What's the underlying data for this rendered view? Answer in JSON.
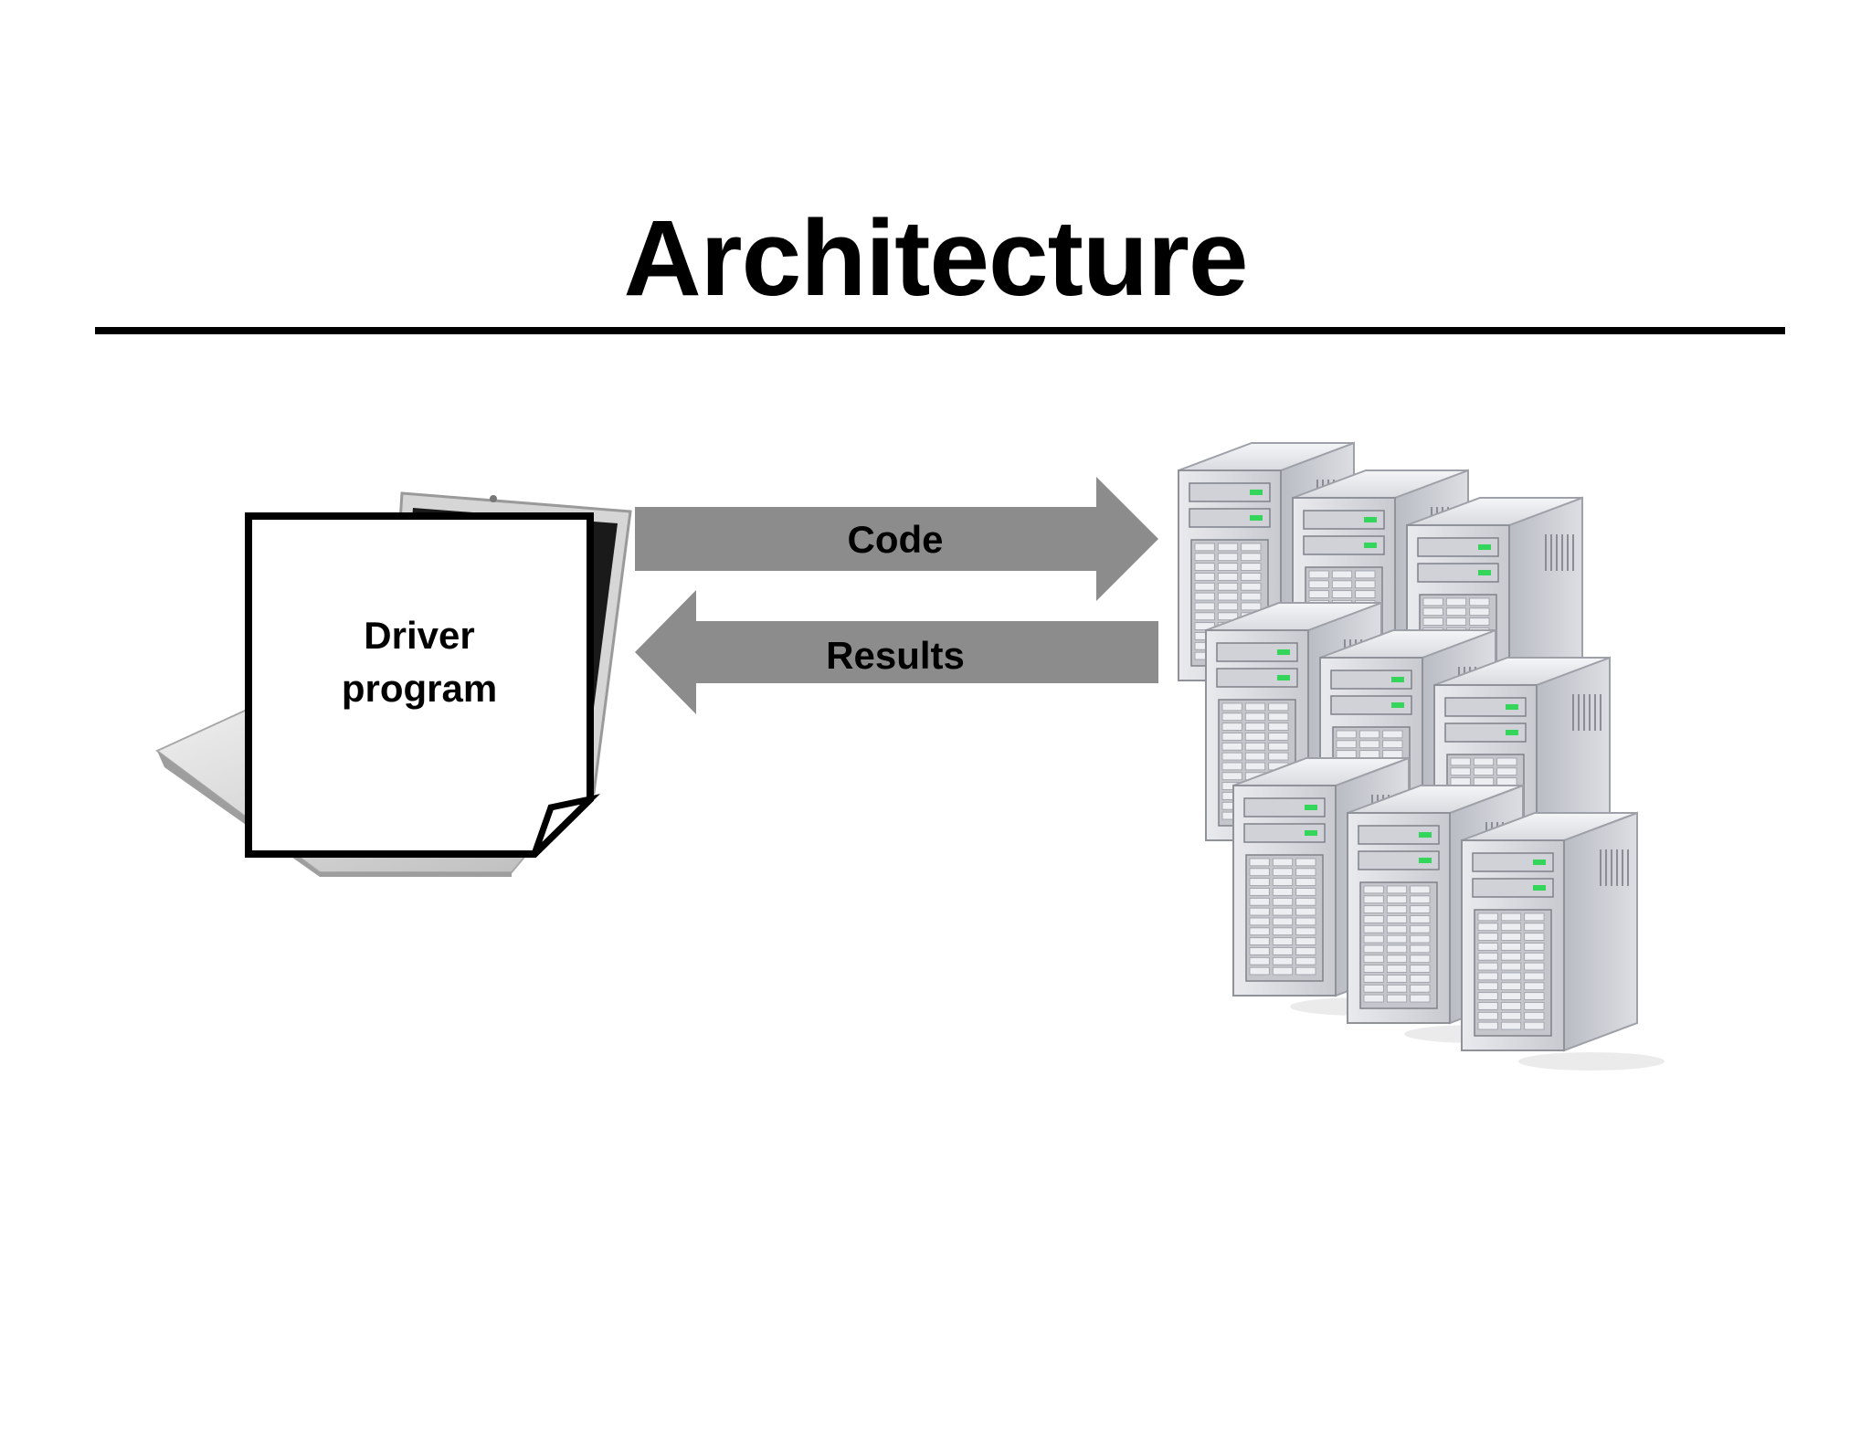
{
  "slide": {
    "title": "Architecture"
  },
  "diagram": {
    "driver": {
      "label_line1": "Driver",
      "label_line2": "program"
    },
    "arrows": {
      "forward_label": "Code",
      "backward_label": "Results",
      "arrow_color": "#8c8c8c"
    },
    "server_count": 9
  }
}
